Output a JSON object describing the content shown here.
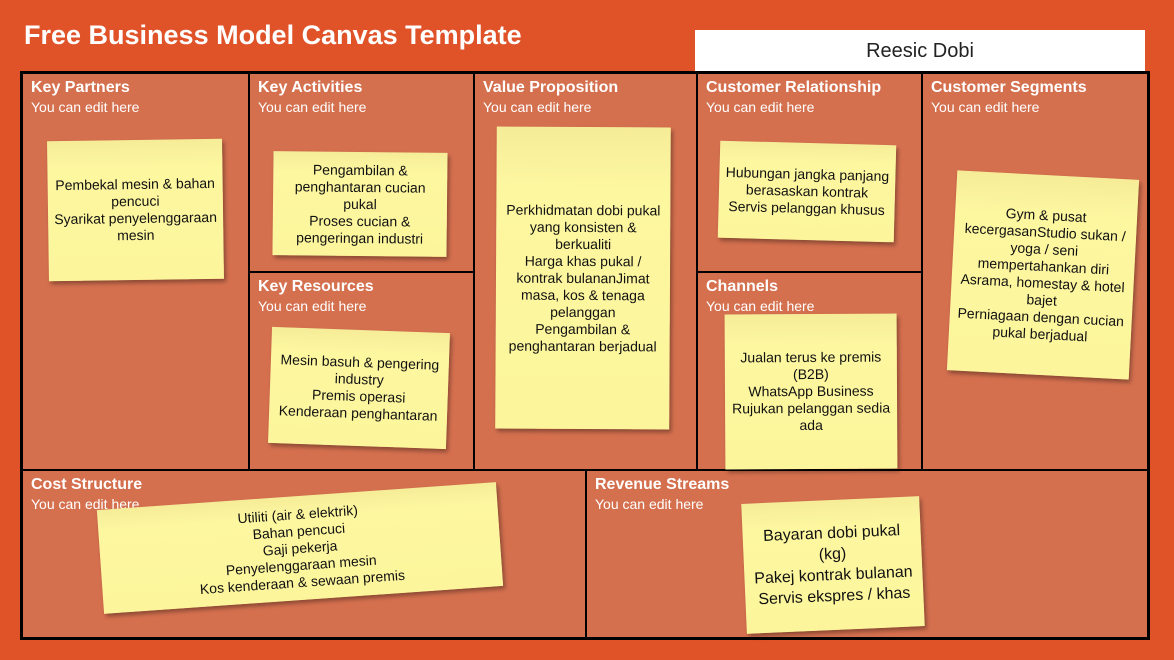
{
  "header": {
    "title": "Free Business Model Canvas Template",
    "name": "Reesic Dobi"
  },
  "hint": "You can edit here",
  "blocks": {
    "key_partners": {
      "title": "Key Partners",
      "notes": [
        "Pembekal mesin & bahan pencuci",
        "Syarikat penyelenggaraan mesin"
      ]
    },
    "key_activities": {
      "title": "Key Activities",
      "notes": [
        "Pengambilan & penghantaran cucian pukal",
        "Proses cucian & pengeringan industri"
      ]
    },
    "key_resources": {
      "title": "Key Resources",
      "notes": [
        "Mesin basuh & pengering industry",
        "Premis operasi",
        "Kenderaan penghantaran"
      ]
    },
    "value_proposition": {
      "title": "Value Proposition",
      "notes": [
        "Perkhidmatan dobi pukal yang konsisten & berkualiti",
        "Harga khas pukal / kontrak bulananJimat masa, kos & tenaga pelanggan",
        "Pengambilan & penghantaran berjadual"
      ]
    },
    "customer_relationship": {
      "title": "Customer Relationship",
      "notes": [
        "Hubungan jangka panjang berasaskan kontrak",
        "Servis pelanggan khusus"
      ]
    },
    "channels": {
      "title": "Channels",
      "notes": [
        "Jualan terus ke premis (B2B)",
        "WhatsApp Business",
        "Rujukan pelanggan sedia ada"
      ]
    },
    "customer_segments": {
      "title": "Customer Segments",
      "notes": [
        "Gym & pusat kecergasanStudio sukan / yoga / seni mempertahankan diri",
        "Asrama, homestay & hotel bajet",
        "Perniagaan dengan cucian pukal berjadual"
      ]
    },
    "cost_structure": {
      "title": "Cost Structure",
      "notes": [
        "Utiliti (air & elektrik)",
        "Bahan pencuci",
        "Gaji pekerja",
        "Penyelenggaraan mesin",
        "Kos kenderaan & sewaan premis"
      ]
    },
    "revenue_streams": {
      "title": "Revenue Streams",
      "notes": [
        "Bayaran dobi pukal (kg)",
        "Pakej kontrak bulanan",
        "Servis ekspres / khas"
      ]
    }
  }
}
